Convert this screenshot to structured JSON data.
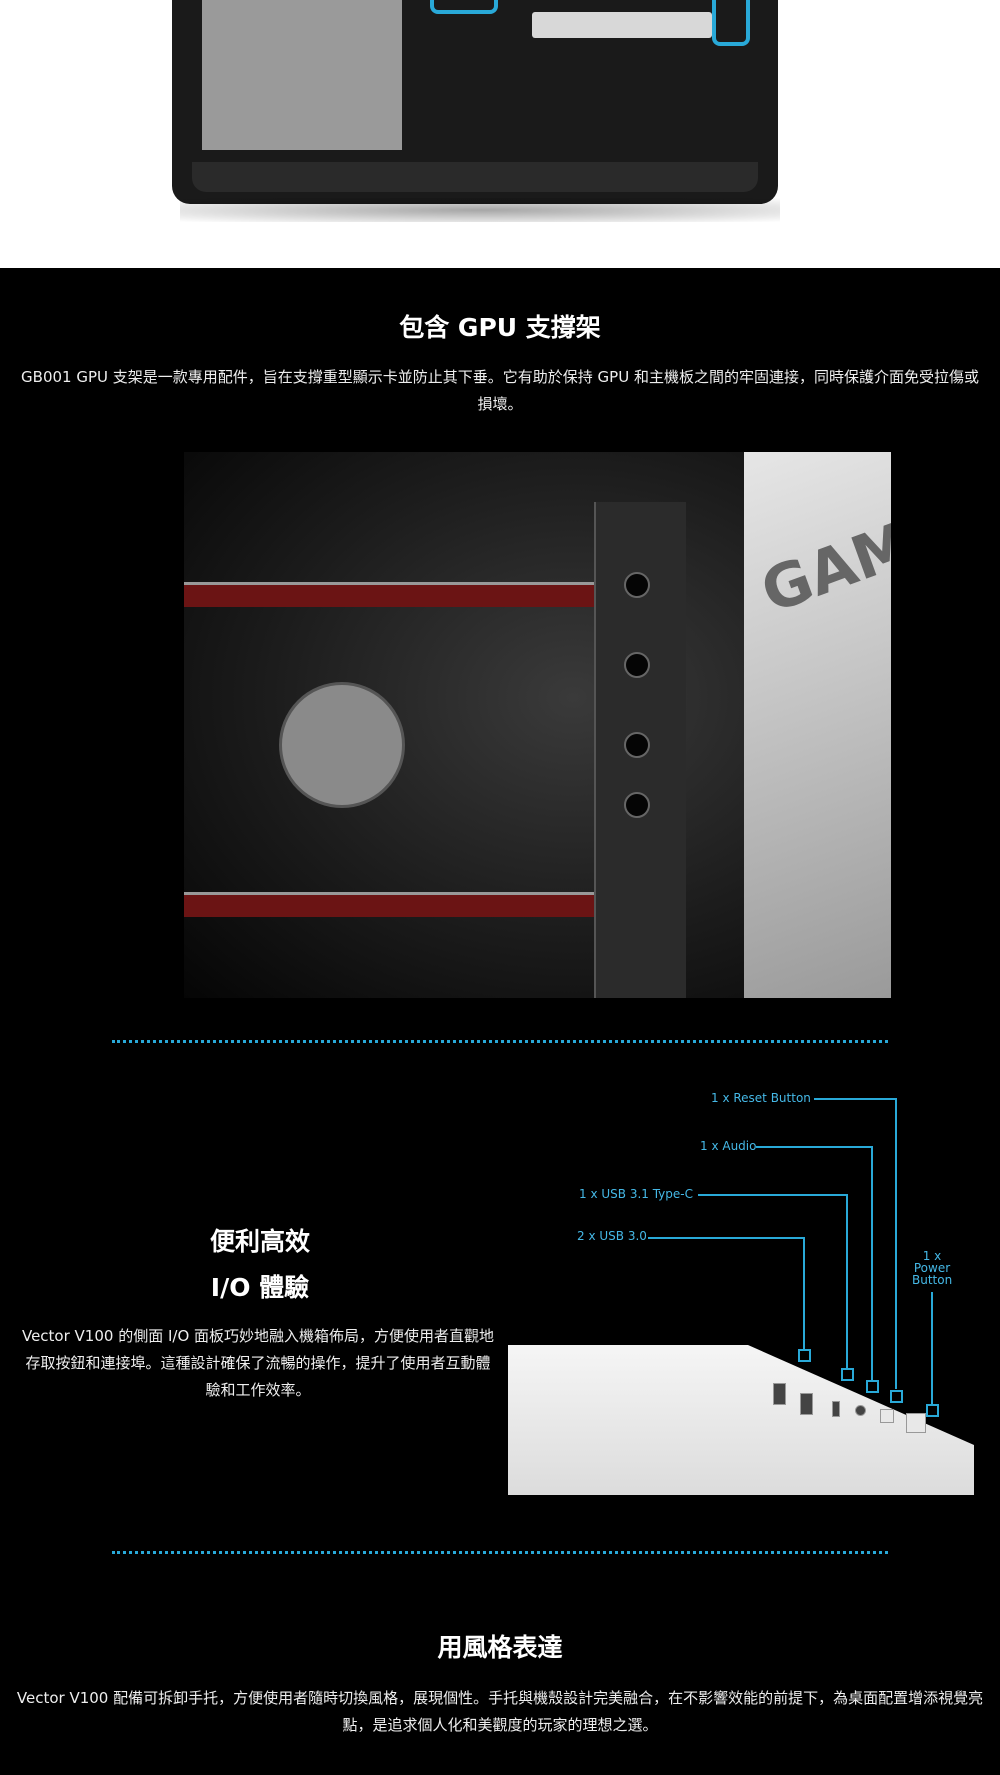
{
  "gpu_section": {
    "title": "包含 GPU 支撐架",
    "text_line1": "GB001 GPU 支架是一款專用配件，旨在支撐重型顯示卡並防止其下垂。它有助於保持 GPU 和主機板之間的牢固連接，同時保護介面免受拉傷或",
    "text_line2": "損壞。",
    "photo_label": "GAMING"
  },
  "io_section": {
    "title_line1": "便利高效",
    "title_line2": "I/O 體驗",
    "text_line1": "Vector V100 的側面 I/O 面板巧妙地融入機箱佈局，方便使用者直觀地",
    "text_line2": "存取按鈕和連接埠。這種設計確保了流暢的操作，提升了使用者互動體",
    "text_line3": "驗和工作效率。",
    "callouts": {
      "reset": "1 x Reset Button",
      "audio": "1 x Audio",
      "usb31": "1 x  USB 3.1 Type-C",
      "usb30": "2 x USB 3.0",
      "power_line1": "1 x",
      "power_line2": "Power",
      "power_line3": "Button"
    }
  },
  "style_section": {
    "title": "用風格表達",
    "text_line1": "Vector V100 配備可拆卸手托，方便使用者隨時切換風格，展現個性。手托與機殼設計完美融合，在不影響效能的前提下，為桌面配置增添視覺亮",
    "text_line2": "點，是追求個人化和美觀度的玩家的理想之選。"
  },
  "colors": {
    "accent": "#29a9d8",
    "background": "#000000"
  }
}
